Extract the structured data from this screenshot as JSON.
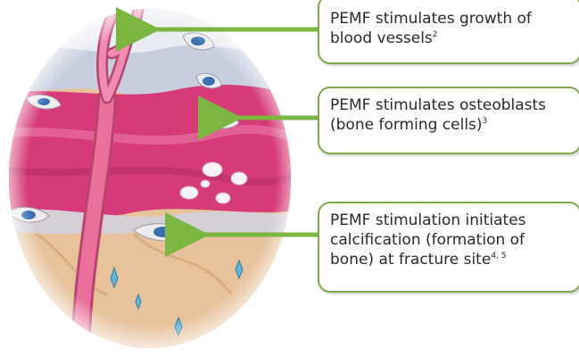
{
  "callouts": [
    {
      "line1": "PEMF stimulates growth of",
      "line2": "blood vessels",
      "ref": "2"
    },
    {
      "line1": "PEMF stimulates osteoblasts",
      "line2": "(bone forming cells)",
      "ref": "3"
    },
    {
      "line1": "PEMF stimulation initiates",
      "line2": "calcification (formation of",
      "line3": "bone) at fracture site",
      "ref": "4, 5"
    }
  ],
  "colors": {
    "arrow_green": "#7ab640",
    "callout_border": "#7fa84a",
    "tissue_pink": "#d63a78",
    "bone_tan": "#e9c49d",
    "vessel_pink": "#ea6f9a",
    "cell_blue": "#3a6fb0"
  }
}
